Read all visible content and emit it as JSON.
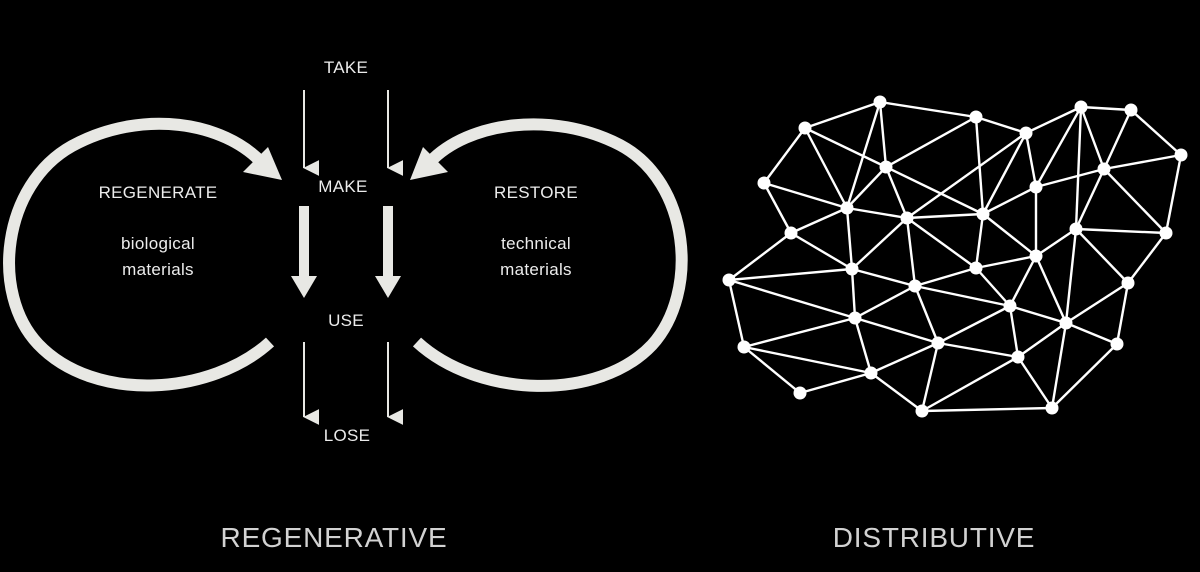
{
  "colors": {
    "background": "#000000",
    "foreground": "#ececec",
    "loop": "#e8e8e4",
    "network": "#ffffff",
    "caption": "#d2d2d2"
  },
  "linear": {
    "take": "TAKE",
    "make": "MAKE",
    "use": "USE",
    "lose": "LOSE"
  },
  "loops": {
    "left": {
      "title": "REGENERATE",
      "line1": "biological",
      "line2": "materials"
    },
    "right": {
      "title": "RESTORE",
      "line1": "technical",
      "line2": "materials"
    }
  },
  "captions": {
    "left": "REGENERATIVE",
    "right": "DISTRIBUTIVE"
  }
}
